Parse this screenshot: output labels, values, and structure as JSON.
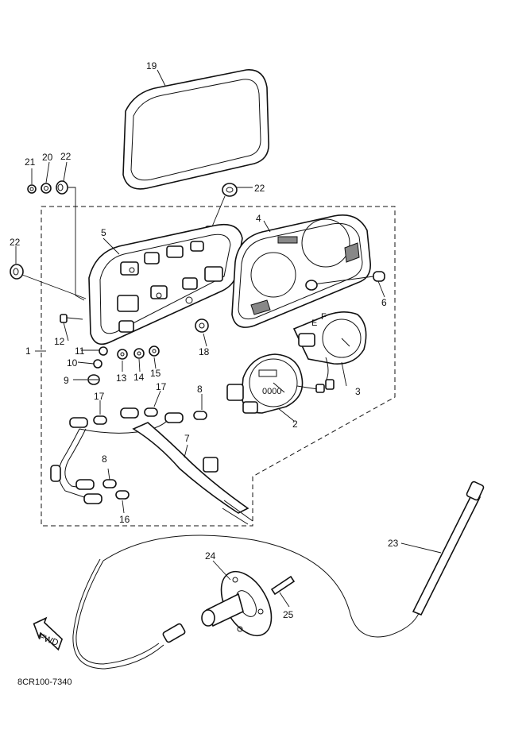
{
  "diagram": {
    "labels": [
      {
        "id": "1",
        "text": "1"
      },
      {
        "id": "2",
        "text": "2"
      },
      {
        "id": "3",
        "text": "3"
      },
      {
        "id": "4",
        "text": "4"
      },
      {
        "id": "5",
        "text": "5"
      },
      {
        "id": "6",
        "text": "6"
      },
      {
        "id": "7",
        "text": "7"
      },
      {
        "id": "8a",
        "text": "8"
      },
      {
        "id": "8b",
        "text": "8"
      },
      {
        "id": "9",
        "text": "9"
      },
      {
        "id": "10",
        "text": "10"
      },
      {
        "id": "11",
        "text": "11"
      },
      {
        "id": "12",
        "text": "12"
      },
      {
        "id": "13",
        "text": "13"
      },
      {
        "id": "14",
        "text": "14"
      },
      {
        "id": "15",
        "text": "15"
      },
      {
        "id": "16",
        "text": "16"
      },
      {
        "id": "17a",
        "text": "17"
      },
      {
        "id": "17b",
        "text": "17"
      },
      {
        "id": "18",
        "text": "18"
      },
      {
        "id": "19",
        "text": "19"
      },
      {
        "id": "20",
        "text": "20"
      },
      {
        "id": "21",
        "text": "21"
      },
      {
        "id": "22a",
        "text": "22"
      },
      {
        "id": "22b",
        "text": "22"
      },
      {
        "id": "22c",
        "text": "22"
      },
      {
        "id": "23",
        "text": "23"
      },
      {
        "id": "24",
        "text": "24"
      },
      {
        "id": "25",
        "text": "25"
      }
    ],
    "fwd_arrow_text": "FWD",
    "drawing_code": "8CR100-7340",
    "gauge_text": {
      "speedo_odometer": "0000",
      "fuel_e": "E",
      "fuel_f": "F"
    }
  }
}
